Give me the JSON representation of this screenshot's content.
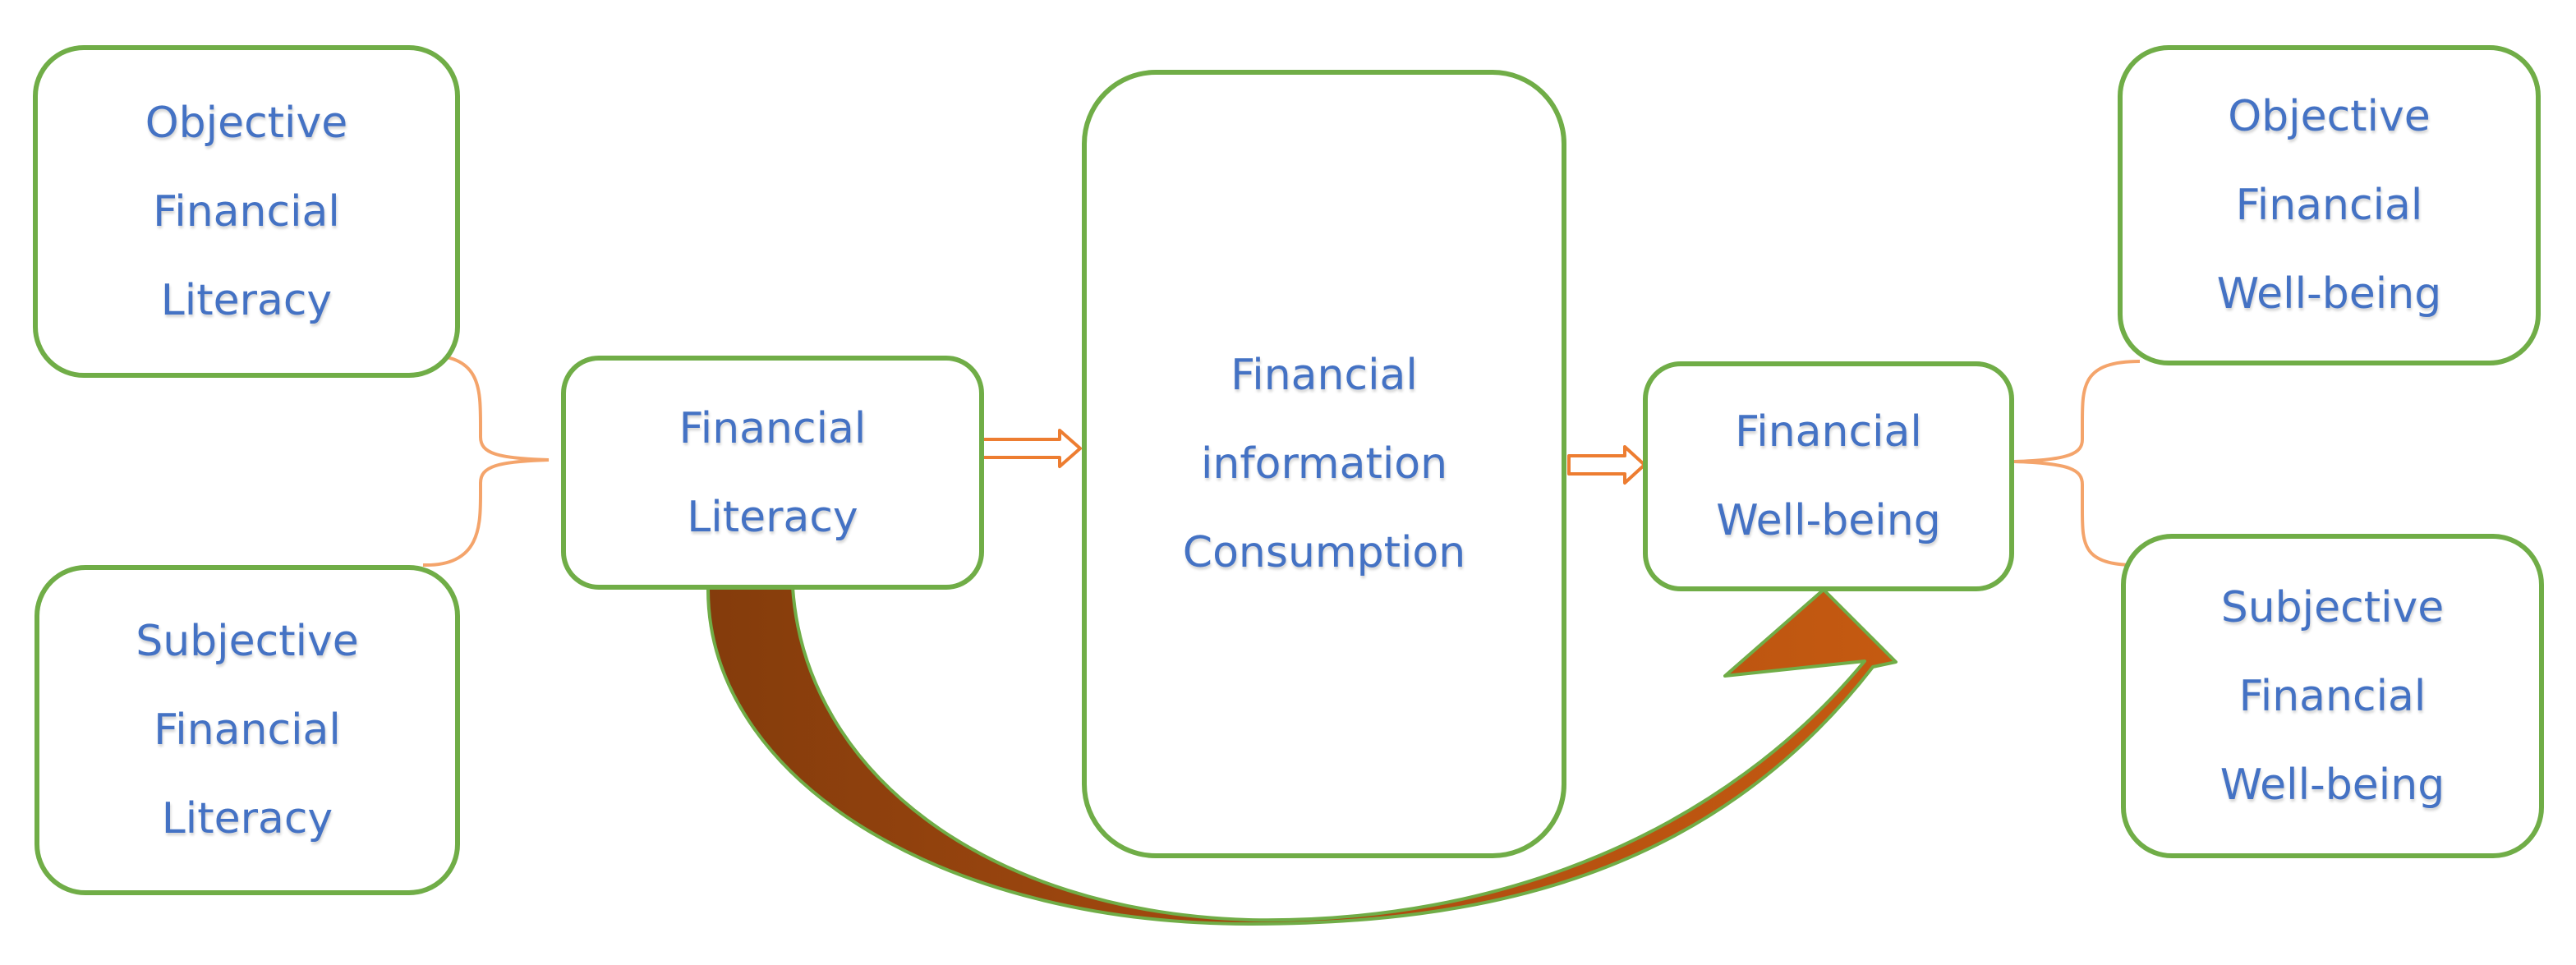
{
  "nodes": {
    "objective_financial_literacy": "Objective\nFinancial\nLiteracy",
    "subjective_financial_literacy": "Subjective\nFinancial\nLiteracy",
    "financial_literacy": "Financial\nLiteracy",
    "financial_information_consumption": "Financial\ninformation\nConsumption",
    "financial_wellbeing": "Financial\nWell-being",
    "objective_financial_wellbeing": "Objective\nFinancial\nWell-being",
    "subjective_financial_wellbeing": "Subjective\nFinancial\nWell-being"
  },
  "edges": [
    {
      "from": "financial_literacy",
      "to": "financial_information_consumption",
      "style": "double-line arrow"
    },
    {
      "from": "financial_information_consumption",
      "to": "financial_wellbeing",
      "style": "double-line arrow"
    },
    {
      "from": "financial_literacy",
      "to": "financial_wellbeing",
      "style": "large curved block arrow"
    }
  ],
  "groupings": [
    {
      "parent": "financial_literacy",
      "children": [
        "objective_financial_literacy",
        "subjective_financial_literacy"
      ],
      "style": "curly brace"
    },
    {
      "parent": "financial_wellbeing",
      "children": [
        "objective_financial_wellbeing",
        "subjective_financial_wellbeing"
      ],
      "style": "curly brace"
    }
  ],
  "colors": {
    "box_border": "#70ad47",
    "text": "#4472c4",
    "connector": "#f4a46b",
    "connector_stroke": "#ed7d31",
    "curved_arrow_dark": "#843c0c",
    "curved_arrow_light": "#c55a11"
  }
}
